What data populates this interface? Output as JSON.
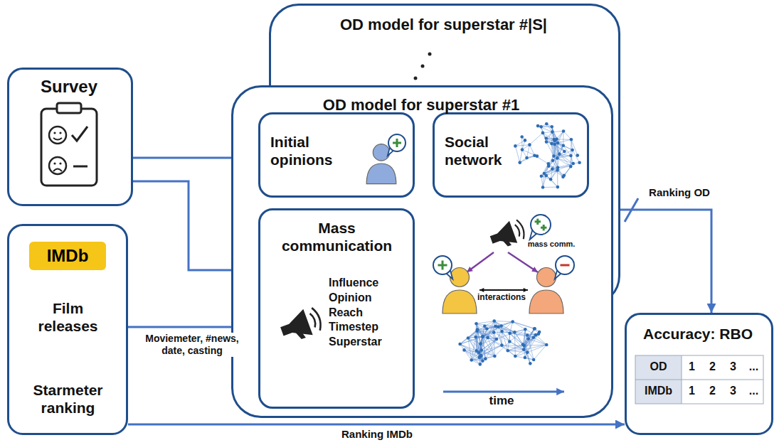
{
  "diagram": {
    "nodes": [
      {
        "text": [
          "Survey"
        ]
      },
      {
        "text": [
          "IMDb",
          "Film releases",
          "Starmeter ranking"
        ]
      },
      {
        "text": [
          "OD model for superstar #|S|"
        ]
      },
      {
        "text": [
          "OD model for superstar #1"
        ]
      },
      {
        "text": [
          "Initial opinions"
        ],
        "in": 3
      },
      {
        "text": [
          "Social network"
        ],
        "in": 3
      },
      {
        "text": [
          "Mass communication",
          "Influence Opinion Reach Timestep Superstar"
        ],
        "in": 3
      },
      {
        "text": [
          "Accuracy: RBO"
        ]
      }
    ],
    "edges": [
      {
        "from": 0,
        "to": 4,
        "arrow": "to"
      },
      {
        "from": 0,
        "to": 6,
        "arrow": "to"
      },
      {
        "from": 1,
        "to": 6,
        "arrow": "to",
        "label": "Moviemeter, #news, date, casting"
      },
      {
        "from": 1,
        "to": 7,
        "arrow": "to",
        "label": "Ranking IMDb"
      },
      {
        "from": 2,
        "to": 7,
        "arrow": "to",
        "label": "Ranking OD"
      }
    ],
    "labels": [
      "mass comm.",
      "interactions",
      "time",
      "OD",
      "1",
      "2",
      "3",
      "...",
      "IMDb",
      "1",
      "2",
      "3",
      "..."
    ]
  }
}
